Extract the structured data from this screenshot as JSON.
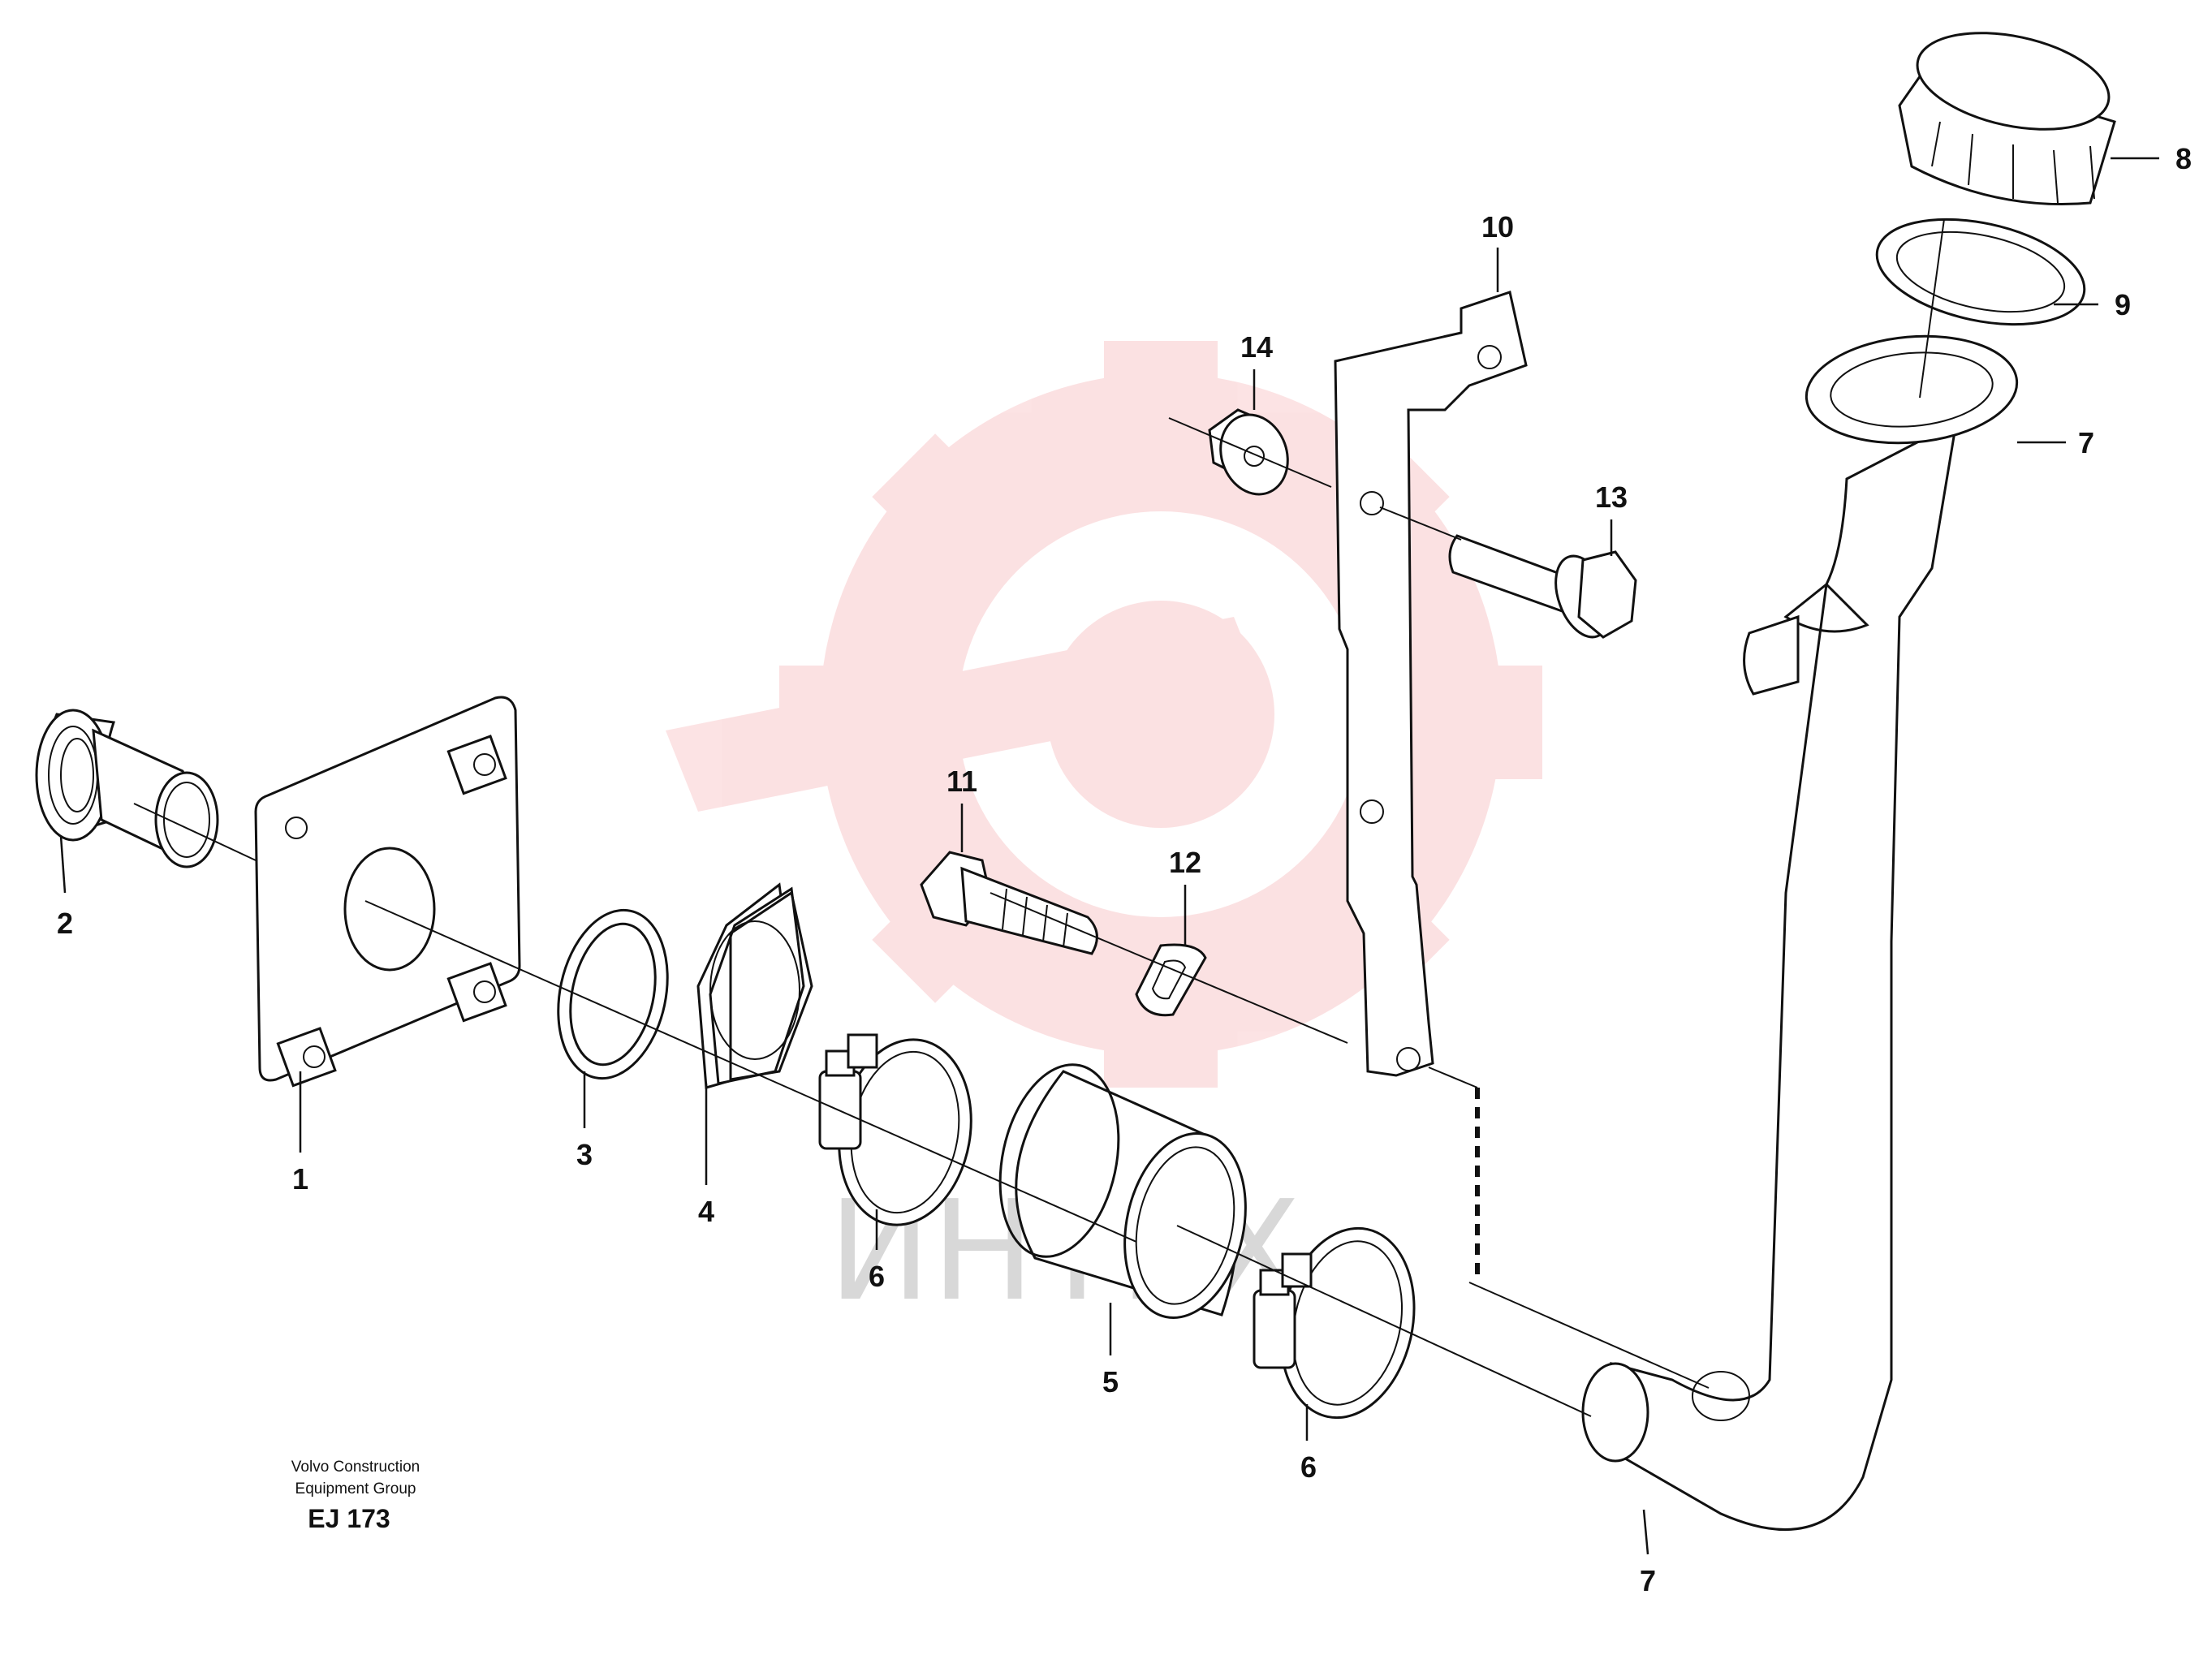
{
  "diagram": {
    "callouts": [
      {
        "id": "1",
        "text": "1"
      },
      {
        "id": "2",
        "text": "2"
      },
      {
        "id": "3",
        "text": "3"
      },
      {
        "id": "4",
        "text": "4"
      },
      {
        "id": "5",
        "text": "5"
      },
      {
        "id": "6a",
        "text": "6"
      },
      {
        "id": "6b",
        "text": "6"
      },
      {
        "id": "7a",
        "text": "7"
      },
      {
        "id": "7b",
        "text": "7"
      },
      {
        "id": "8",
        "text": "8"
      },
      {
        "id": "9",
        "text": "9"
      },
      {
        "id": "10",
        "text": "10"
      },
      {
        "id": "11",
        "text": "11"
      },
      {
        "id": "12",
        "text": "12"
      },
      {
        "id": "13",
        "text": "13"
      },
      {
        "id": "14",
        "text": "14"
      }
    ],
    "footer": {
      "company_line1": "Volvo Construction",
      "company_line2": "Equipment Group",
      "code": "EJ 173"
    },
    "watermark": {
      "text": "ИНТЕХ",
      "color": "#e8242c"
    }
  }
}
